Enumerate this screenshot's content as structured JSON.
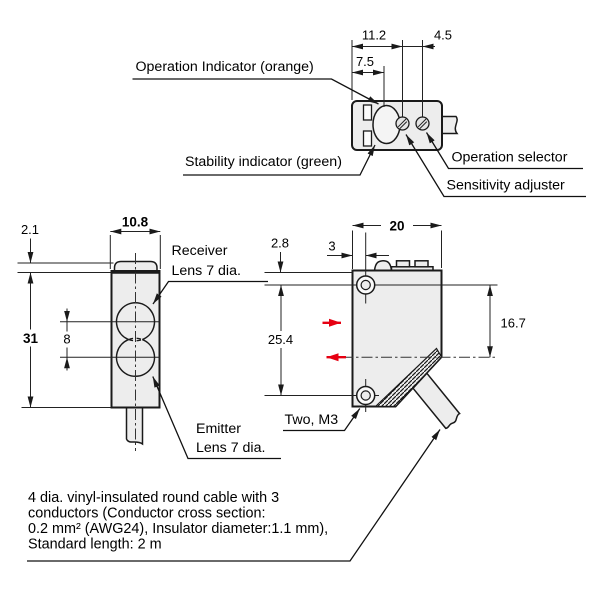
{
  "colors": {
    "outline": "#1a1a1a",
    "dimension_line": "#222222",
    "body_fill": "#ededed",
    "red_arrow": "#e60012",
    "background": "#ffffff"
  },
  "views": {
    "top": {
      "dims": {
        "edge_to_selector": "11.2",
        "edge_to_indicator": "7.5",
        "selector_spacing": "4.5"
      },
      "labels": {
        "operation_indicator": "Operation Indicator (orange)",
        "stability_indicator": "Stability indicator (green)",
        "operation_selector": "Operation selector",
        "sensitivity_adjuster": "Sensitivity adjuster"
      }
    },
    "front": {
      "dims": {
        "cap_height": "2.1",
        "body_width": "10.8",
        "body_height": "31",
        "lens_pitch": "8"
      },
      "labels": {
        "receiver_line1": "Receiver",
        "receiver_line2": "Lens 7 dia.",
        "emitter_line1": "Emitter",
        "emitter_line2": "Lens 7 dia."
      }
    },
    "side": {
      "dims": {
        "body_depth": "20",
        "hole_offset_top": "2.8",
        "hole_offset_side": "3",
        "hole_pitch": "25.4",
        "beam_height": "16.7"
      },
      "labels": {
        "mounting_holes": "Two, M3"
      }
    }
  },
  "cable_note": {
    "line1": "4 dia. vinyl-insulated round cable with 3",
    "line2": "conductors (Conductor cross section:",
    "line3": "0.2 mm² (AWG24), Insulator diameter:1.1 mm),",
    "line4": "Standard length: 2 m"
  }
}
